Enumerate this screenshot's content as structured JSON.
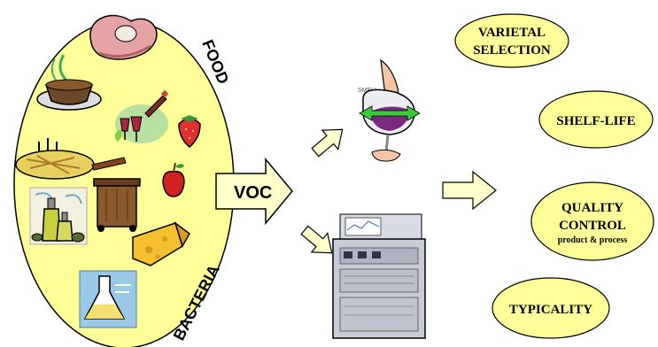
{
  "left_group": {
    "food_label": "FOOD",
    "bacteria_label": "BACTERIA"
  },
  "center": {
    "voc_label": "VOC",
    "smell_caption": "SMELL"
  },
  "applications": [
    {
      "line1": "VARIETAL",
      "line2": "SELECTION"
    },
    {
      "line1": "SHELF-LIFE"
    },
    {
      "line1": "QUALITY",
      "line2": "CONTROL",
      "line3": "product & process"
    },
    {
      "line1": "TYPICALITY"
    }
  ],
  "colors": {
    "oval_fill": "#FFFF99",
    "arrow_fill": "#FFFFCC",
    "outline": "#000000"
  }
}
